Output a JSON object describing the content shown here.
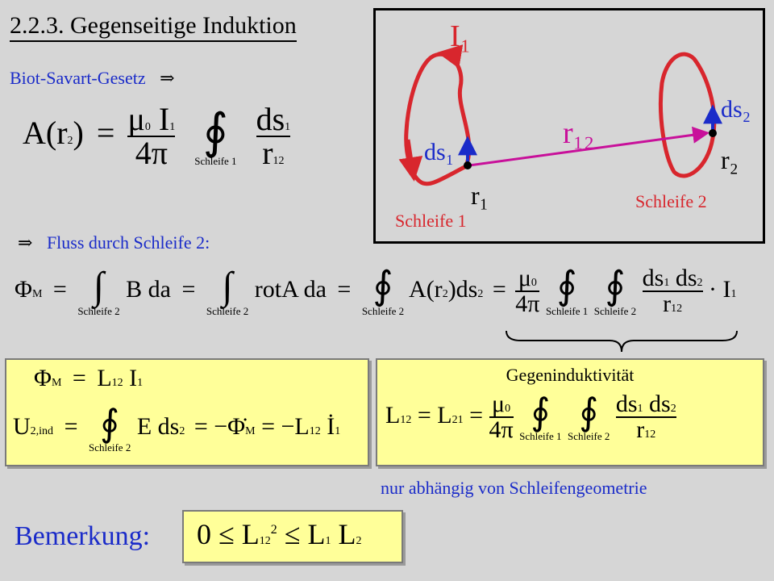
{
  "title": "2.2.3. Gegenseitige Induktion",
  "biot_savart_label": "Biot-Savart-Gesetz",
  "implies": "⇒",
  "fluss_label": "Fluss durch Schleife 2:",
  "loop1_label": "Schleife 1",
  "loop2_label": "Schleife 2",
  "loop1_current": "I₁",
  "vector_r12": "r₁₂",
  "vector_ds1": "ds₁",
  "vector_ds2": "ds₂",
  "vector_r1": "r₁",
  "vector_r2": "r₂",
  "integral_subscript_1": "Schleife 1",
  "integral_subscript_2": "Schleife 2",
  "gegeninduktivitaet_label": "Gegeninduktivität",
  "geometry_note": "nur abhängig von Schleifengeometrie",
  "bemerkung_label": "Bemerkung:",
  "colors": {
    "loop": "#d8262d",
    "vector": "#c8109a",
    "arrow": "#1a2bc9",
    "box": "#ffff99",
    "background": "#d6d6d6"
  }
}
